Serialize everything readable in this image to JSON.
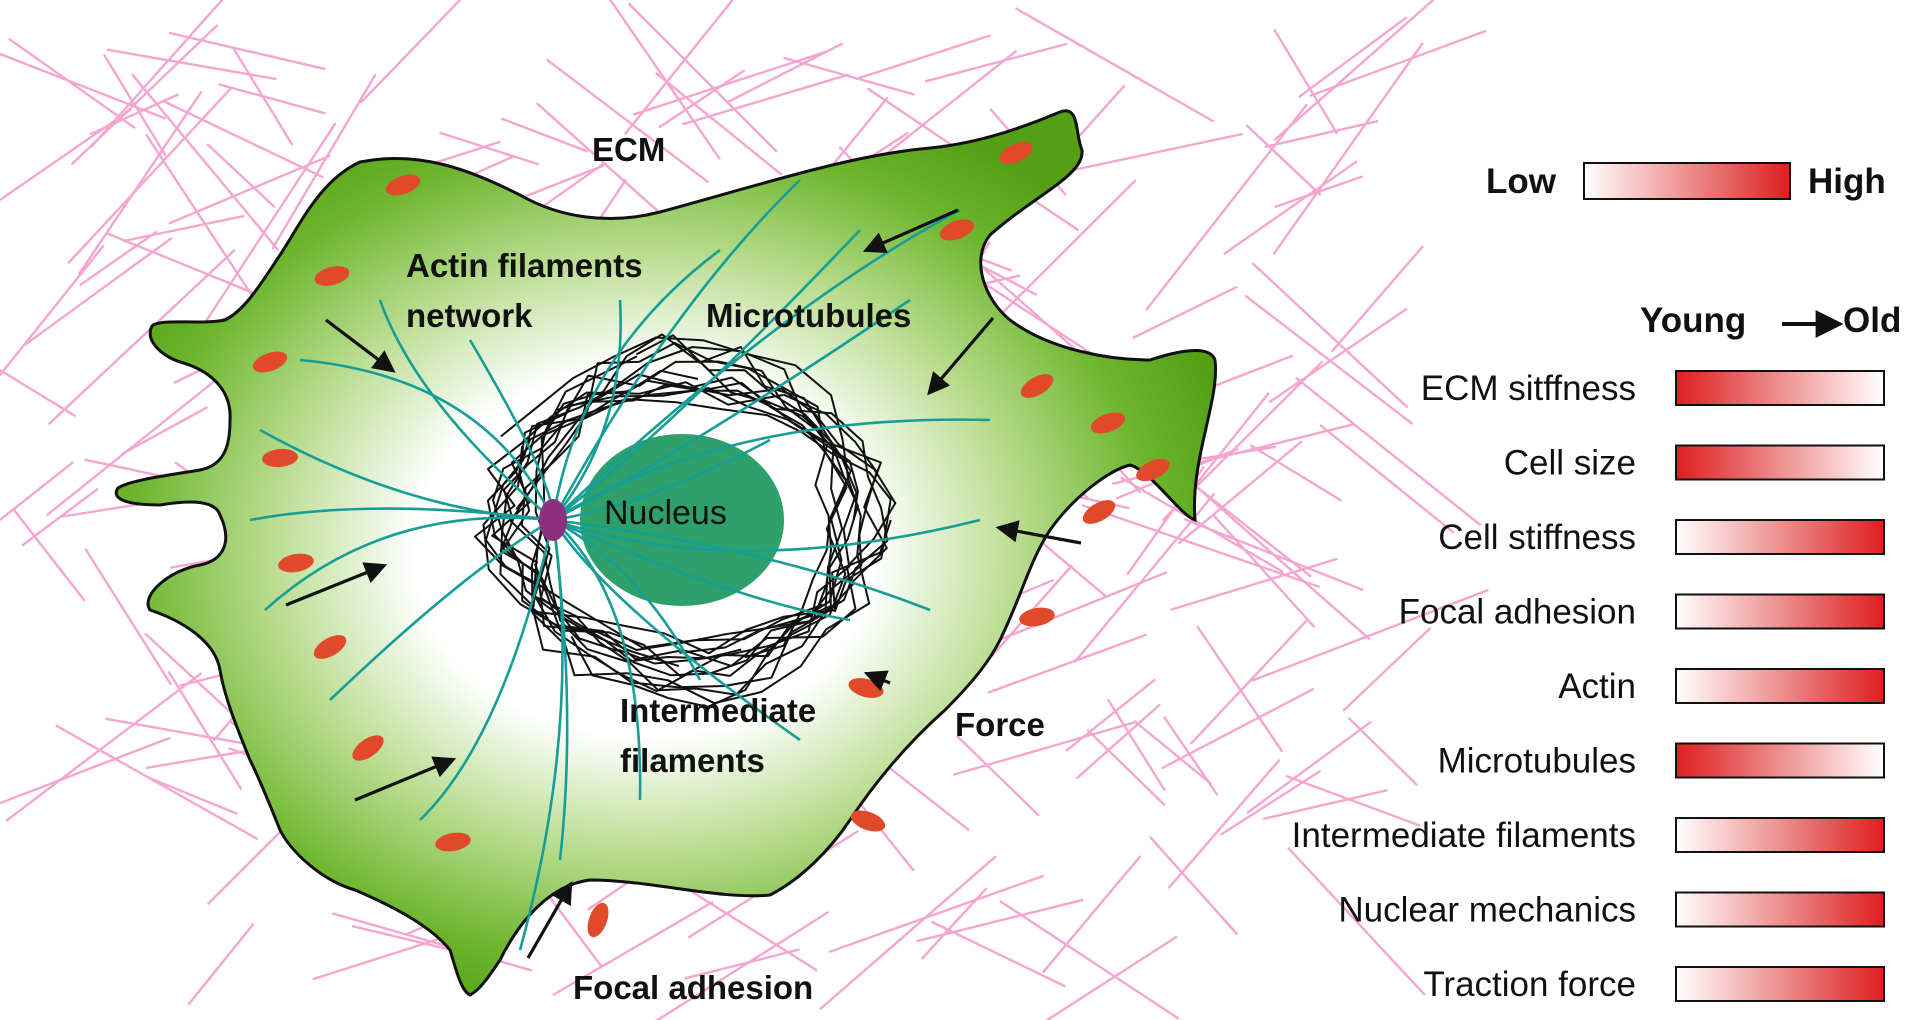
{
  "diagram": {
    "labels": {
      "ecm": "ECM",
      "actin_line1": "Actin filaments",
      "actin_line2": "network",
      "microtubules": "Microtubules",
      "nucleus": "Nucleus",
      "intermediate_line1": "Intermediate",
      "intermediate_line2": "filaments",
      "force": "Force",
      "focal_adhesion": "Focal adhesion"
    },
    "colors": {
      "cell_fill": "#5aa81c",
      "ecm_fibers": "#f4a6d0",
      "nucleus": "#2ea06a",
      "microtubules": "#169e96",
      "intermediate_filaments": "#111111",
      "focal_adhesion": "#e04a2a",
      "centrosome": "#8e2f80"
    }
  },
  "legend": {
    "scale": {
      "low_label": "Low",
      "high_label": "High"
    },
    "direction": {
      "young_label": "Young",
      "old_label": "Old"
    },
    "colors": {
      "low": "#ffffff",
      "high": "#dd1f1f"
    },
    "rows": [
      {
        "label": "ECM sitffness",
        "trend": "decrease"
      },
      {
        "label": "Cell size",
        "trend": "decrease"
      },
      {
        "label": "Cell stiffness",
        "trend": "increase"
      },
      {
        "label": "Focal adhesion",
        "trend": "increase"
      },
      {
        "label": "Actin",
        "trend": "increase"
      },
      {
        "label": "Microtubules",
        "trend": "decrease"
      },
      {
        "label": "Intermediate filaments",
        "trend": "increase"
      },
      {
        "label": "Nuclear mechanics",
        "trend": "increase"
      },
      {
        "label": "Traction force",
        "trend": "increase"
      }
    ]
  }
}
